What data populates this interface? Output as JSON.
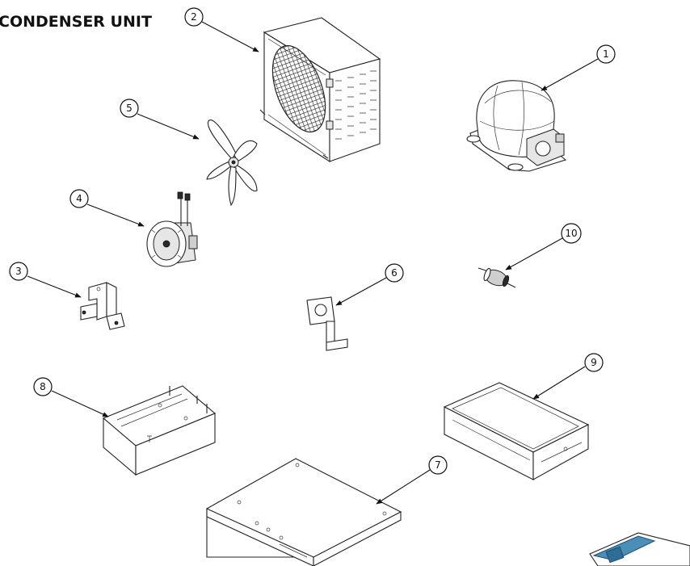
{
  "title": "CONDENSER UNIT",
  "callouts": {
    "c1": "1",
    "c2": "2",
    "c3": "3",
    "c4": "4",
    "c5": "5",
    "c6": "6",
    "c7": "7",
    "c8": "8",
    "c9": "9",
    "c10": "10"
  }
}
